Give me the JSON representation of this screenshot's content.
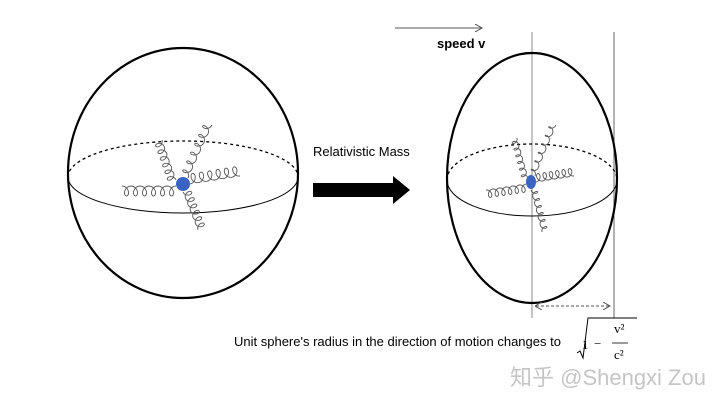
{
  "labels": {
    "speed": "speed v",
    "transition": "Relativistic Mass",
    "caption": "Unit sphere's radius in the direction of motion changes to"
  },
  "formula": {
    "one": "1",
    "minus": "−",
    "numerator": "v²",
    "denominator": "c²"
  },
  "watermark": "知乎 @Shengxi Zou",
  "colors": {
    "particle": "#3a63c4",
    "stroke": "#000000",
    "guide": "#888888"
  }
}
